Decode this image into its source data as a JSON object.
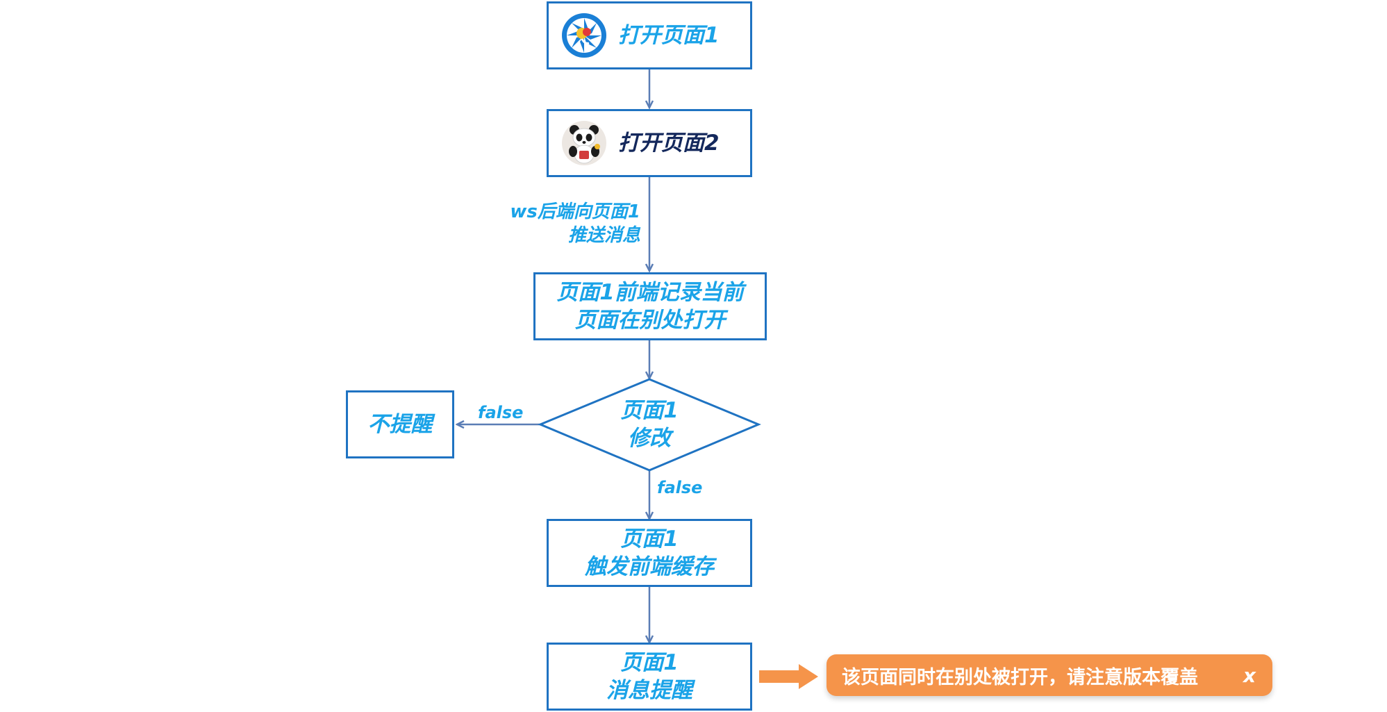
{
  "nodes": {
    "open_page1": {
      "label": "打开页面1"
    },
    "open_page2": {
      "label": "打开页面2"
    },
    "record": {
      "lines": [
        "页面1前端记录当前",
        "页面在别处打开"
      ]
    },
    "decision": {
      "lines": [
        "页面1",
        "修改"
      ]
    },
    "no_remind": {
      "label": "不提醒"
    },
    "cache": {
      "lines": [
        "页面1",
        "触发前端缓存"
      ]
    },
    "remind": {
      "lines": [
        "页面1",
        "消息提醒"
      ]
    }
  },
  "edge_labels": {
    "ws_push": [
      "ws后端向页面1",
      "推送消息"
    ],
    "false_left": "false",
    "false_down": "false"
  },
  "toast": {
    "message": "该页面同时在别处被打开，请注意版本覆盖",
    "close": "x"
  },
  "colors": {
    "border": "#1f73c2",
    "text_blue": "#1aa3e8",
    "text_dark": "#14285c",
    "arrow": "#5a7db5",
    "toast_bg": "#f5944a",
    "toast_arrow": "#f5944a"
  }
}
